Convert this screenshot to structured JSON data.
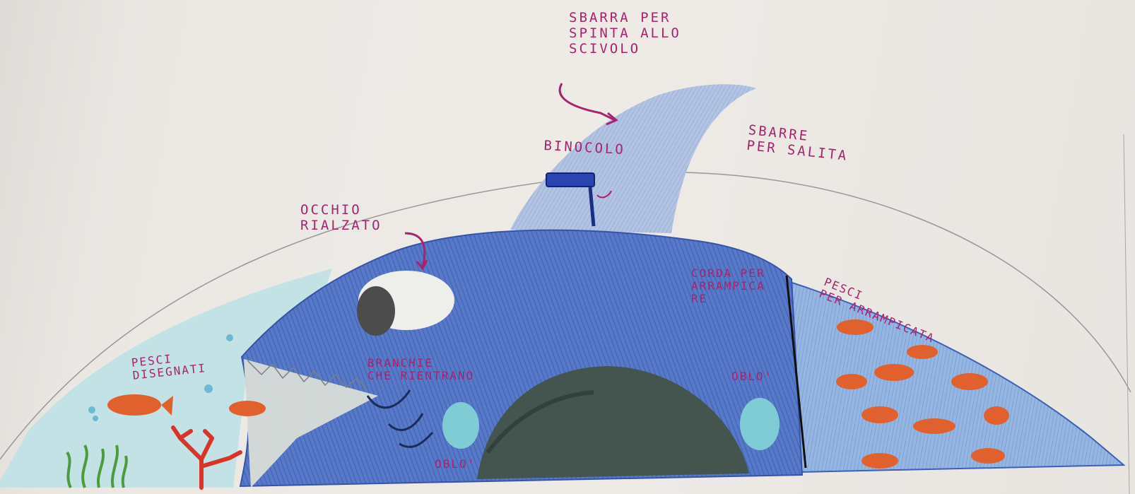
{
  "drawing": {
    "labels": {
      "bar_slide": "SBARRA PER\nSPINTA ALLO\nSCIVOLO",
      "binocular": "BINOCOLO",
      "climb_bars": "SBARRE\nPER SALITA",
      "raised_eye": "OCCHIO\nRIALZATO",
      "climbing_rope": "CORDA PER\nARRAMPICA\nRE",
      "climbing_fish": "PESCI\nPER ARRAMPICATA",
      "drawn_fish": "PESCI\nDISEGNATI",
      "retracting_gills": "BRANCHIE\nCHE RIENTRANO",
      "porthole_right": "OBLO'",
      "porthole_left": "OBLO'"
    },
    "colors": {
      "body_blue": "#4d72c4",
      "fin_blue": "#a9bddf",
      "tail_blue": "#8ab2e0",
      "sea_light": "#b9dfe6",
      "tunnel": "#3f514e",
      "porthole": "#7fd0d8",
      "fish_orange": "#e0602e",
      "coral_red": "#d9342a",
      "seaweed_green": "#4f9a3c",
      "ink_magenta": "#a8236e"
    },
    "icons": [
      "shark-body",
      "dorsal-fin",
      "eye",
      "binocular",
      "tunnel",
      "porthole",
      "fish",
      "coral",
      "seaweed",
      "arch-line"
    ]
  }
}
